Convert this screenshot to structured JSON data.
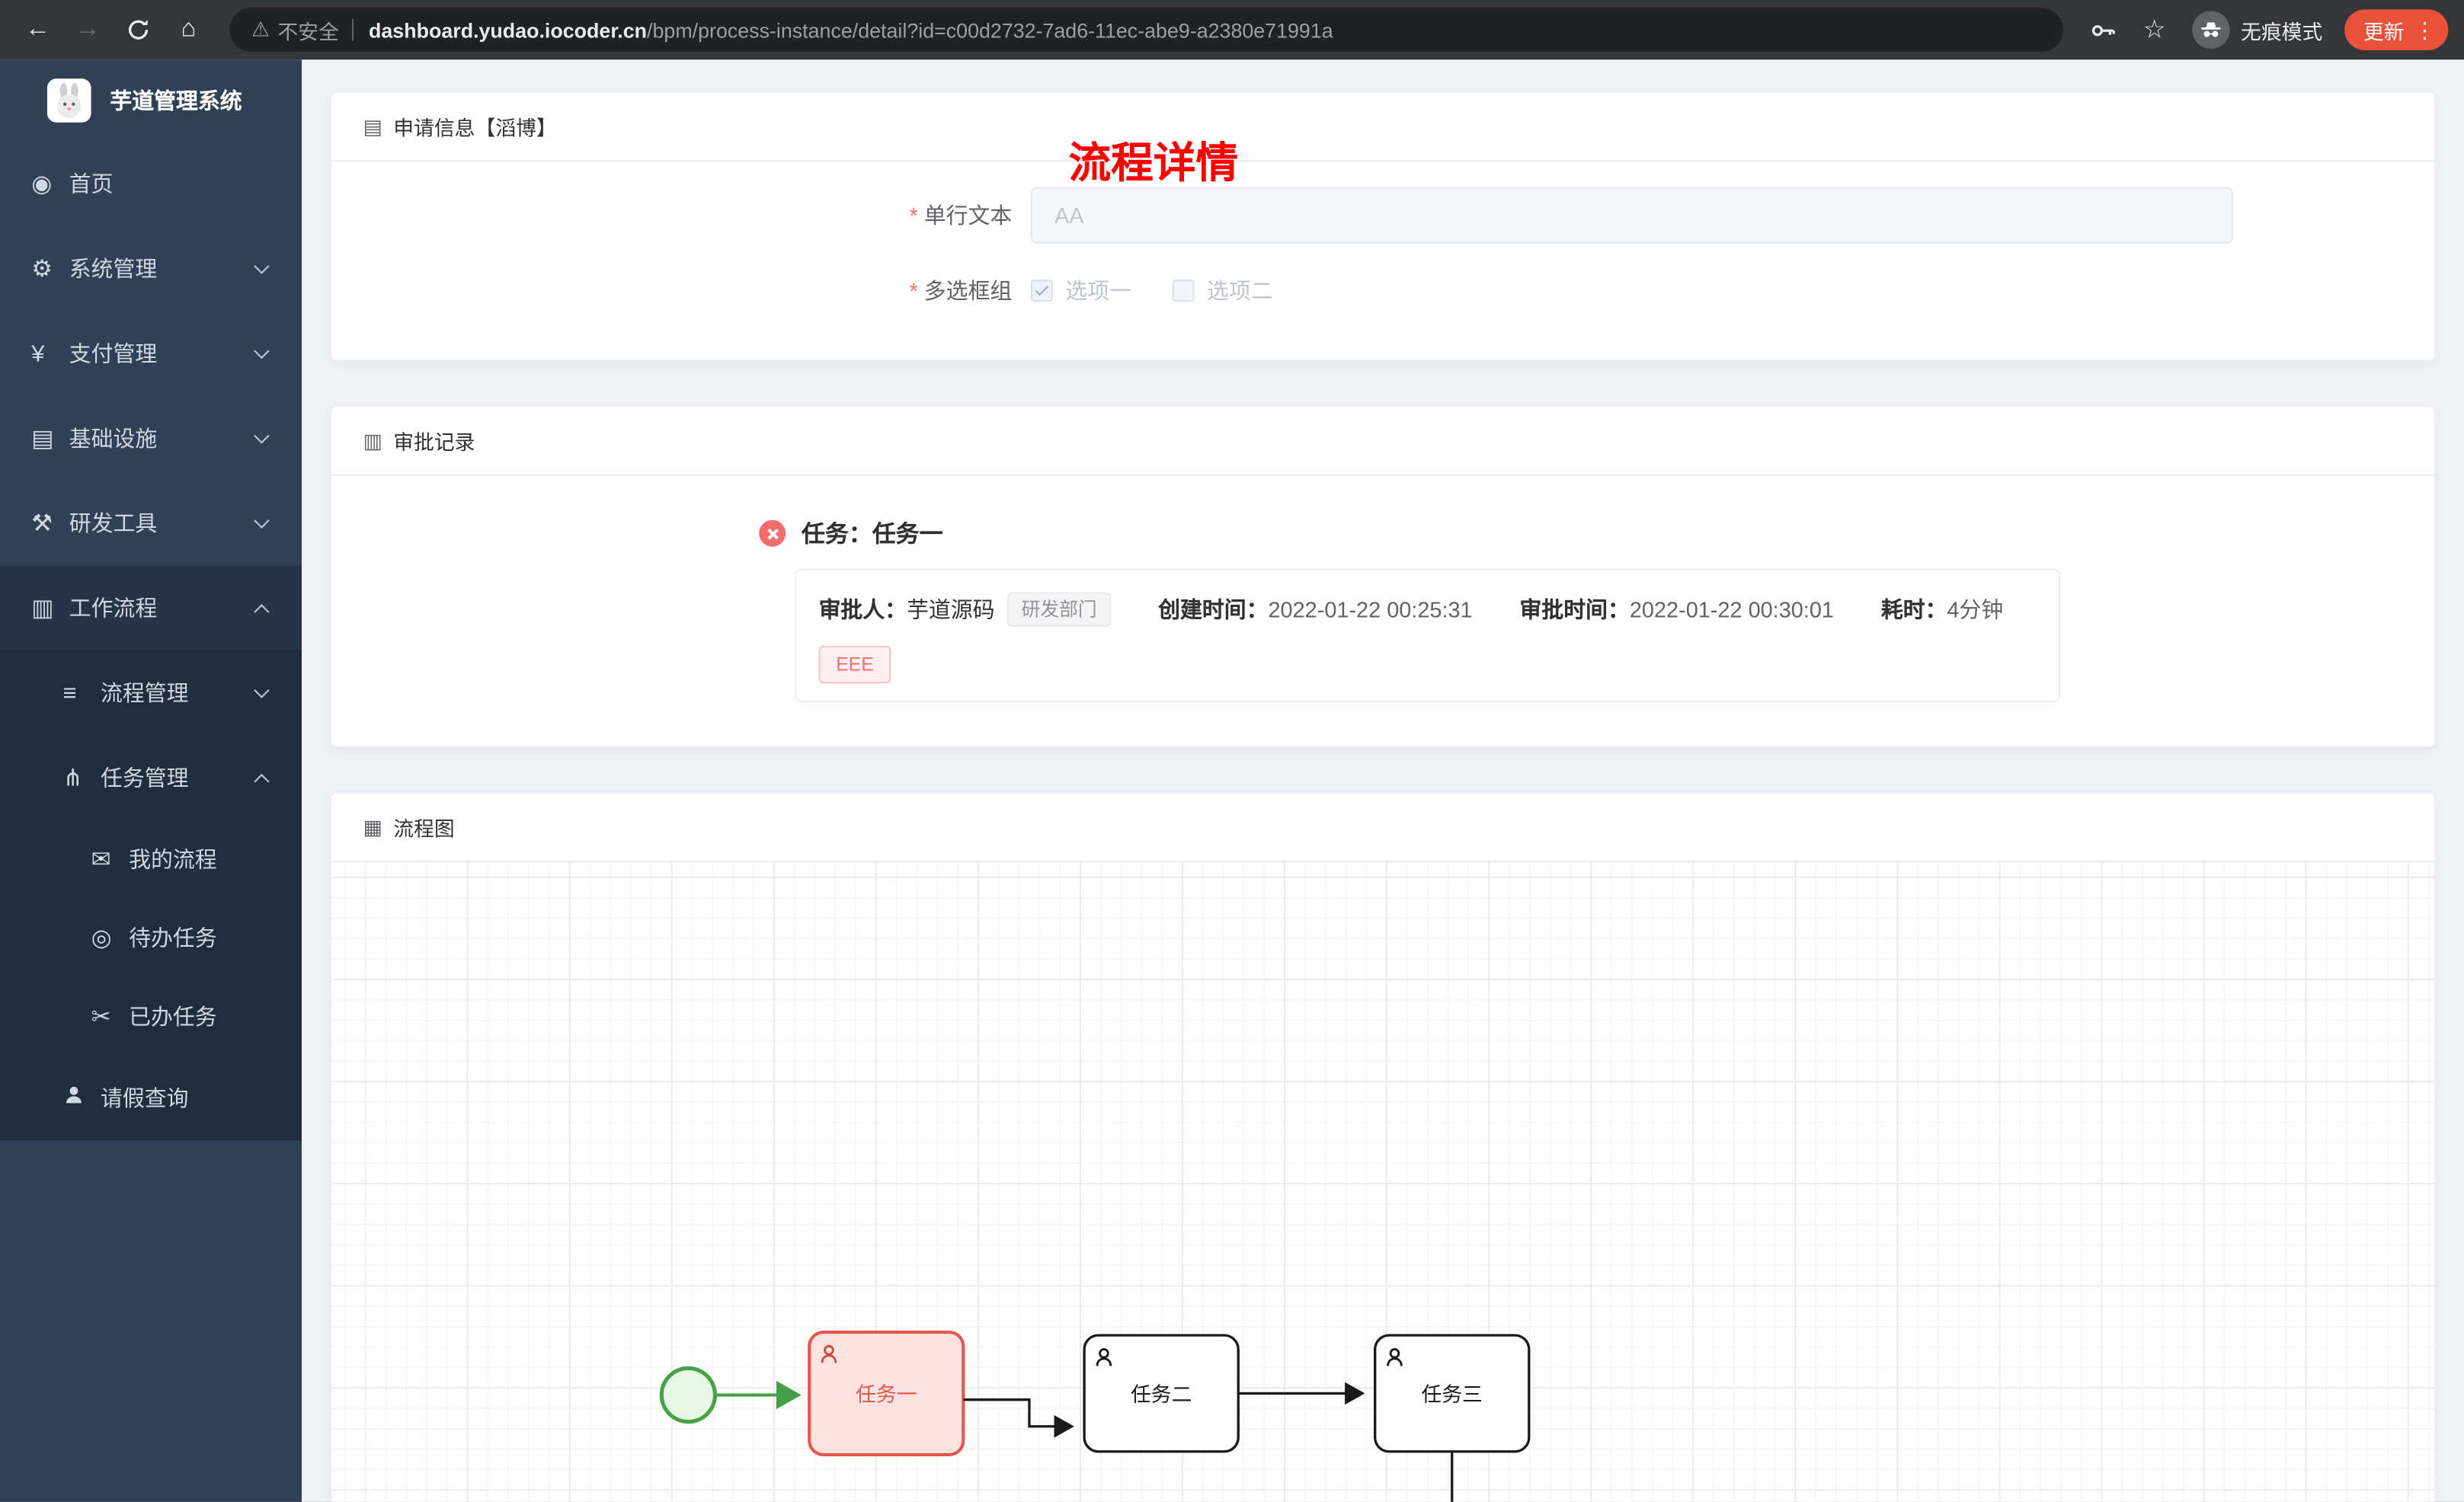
{
  "browser": {
    "security_label": "不安全",
    "url_domain": "dashboard.yudao.iocoder.cn",
    "url_path": "/bpm/process-instance/detail?id=c00d2732-7ad6-11ec-abe9-a2380e71991a",
    "incognito_label": "无痕模式",
    "update_label": "更新"
  },
  "icons": {
    "back-icon": "←",
    "forward-icon": "→",
    "home-icon": "⌂",
    "warning-icon": "⚠",
    "star-icon": "☆",
    "more-icon": "⋮",
    "dashboard-icon": "◉",
    "gear-icon": "⚙",
    "payment-icon": "¥",
    "infrastructure-icon": "▤",
    "devtools-icon": "⚒",
    "workflow-icon": "▥",
    "process-mgmt-icon": "≡",
    "task-mgmt-icon": "⋔",
    "my-process-icon": "✉",
    "todo-icon": "◎",
    "done-icon": "✂",
    "document-icon": "▤",
    "record-icon": "▥",
    "diagram-icon": "▦"
  },
  "sidebar": {
    "app_title": "芋道管理系统",
    "items": [
      {
        "label": "首页"
      },
      {
        "label": "系统管理",
        "chevron": "down"
      },
      {
        "label": "支付管理",
        "chevron": "down"
      },
      {
        "label": "基础设施",
        "chevron": "down"
      },
      {
        "label": "研发工具",
        "chevron": "down"
      },
      {
        "label": "工作流程",
        "chevron": "up"
      },
      {
        "label": "流程管理",
        "chevron": "down"
      },
      {
        "label": "任务管理",
        "chevron": "up"
      },
      {
        "label": "我的流程"
      },
      {
        "label": "待办任务"
      },
      {
        "label": "已办任务"
      },
      {
        "label": "请假查询"
      }
    ]
  },
  "page": {
    "title": "流程详情",
    "apply_card": {
      "header": "申请信息【滔博】",
      "fields": [
        {
          "label": "单行文本",
          "required": true,
          "placeholder": "AA"
        },
        {
          "label": "多选框组",
          "required": true,
          "options": [
            {
              "label": "选项一",
              "checked": true
            },
            {
              "label": "选项二",
              "checked": false
            }
          ]
        }
      ]
    },
    "approval_card": {
      "header": "审批记录",
      "records": [
        {
          "task_title": "任务：任务一",
          "status": "rejected",
          "approver_label": "审批人：",
          "approver_name": "芋道源码",
          "dept_tag": "研发部门",
          "create_label": "创建时间：",
          "create_time": "2022-01-22 00:25:31",
          "approve_label": "审批时间：",
          "approve_time": "2022-01-22 00:30:01",
          "duration_label": "耗时：",
          "duration": "4分钟",
          "comment_tag": "EEE"
        }
      ]
    },
    "diagram_card": {
      "header": "流程图",
      "nodes": [
        {
          "id": "start-event",
          "type": "start",
          "state": "completed"
        },
        {
          "id": "task-1",
          "label": "任务一",
          "state": "rejected"
        },
        {
          "id": "task-2",
          "label": "任务二",
          "state": "default"
        },
        {
          "id": "task-3",
          "label": "任务三",
          "state": "default"
        }
      ]
    }
  },
  "colors": {
    "page_title_red": "#ff0000",
    "sidebar_bg": "#304156",
    "submenu_bg": "#1f2d3d",
    "update_chip": "#e8513a",
    "rejected_red": "#f56c6c",
    "node_red": "#e4574c",
    "flow_green": "#43a047"
  }
}
